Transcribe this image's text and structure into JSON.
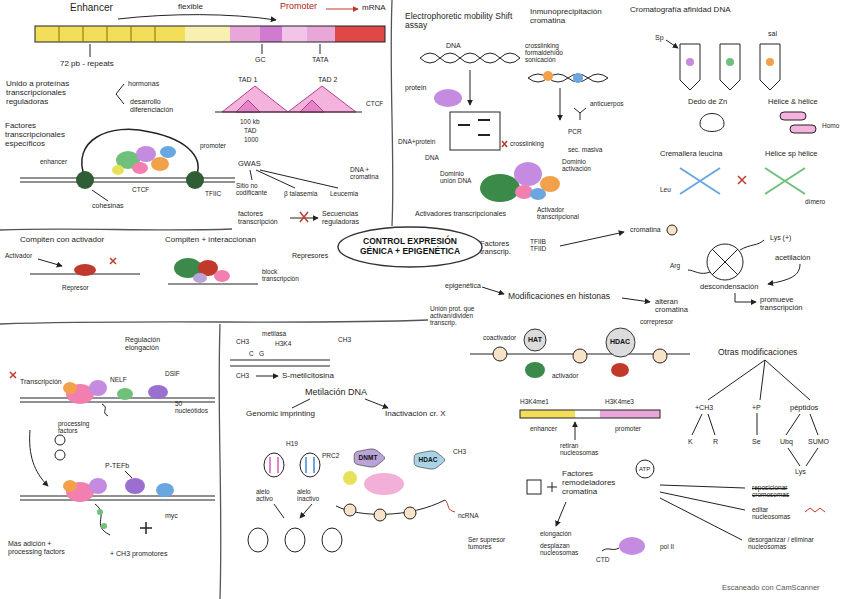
{
  "diagram": {
    "nodes": [
      {
        "text": [
          "CONTROL EXPRESIÓN GÉNICA + EPIGENÉTICA"
        ]
      },
      {
        "text": [
          "HAT"
        ]
      },
      {
        "text": [
          "HDAC"
        ]
      },
      {
        "text": [
          "DNMT"
        ]
      },
      {
        "text": [
          "HDAC"
        ]
      }
    ],
    "labels": [
      "Enhancer",
      "flexible",
      "Promoter",
      "mRNA",
      "72 pb - repeats",
      "GC",
      "TATA",
      "Unido a proteínas transcripcionales reguladoras",
      "hormonas",
      "desarrollo diferenciación",
      "TAD 1",
      "TAD 2",
      "CTCF",
      "Factores transcripcionales específicos",
      "enhancer",
      "promoter",
      "100 kb",
      "TAD",
      "1000",
      "TFIIC",
      "CTCF",
      "cohesinas",
      "GWAS",
      "Sitio no codificante",
      "β talasemia",
      "Leucemia",
      "DNA + cromatina",
      "factores transcripción",
      "Secuencias reguladoras",
      "Electrophoretic mobility Shift assay",
      "Inmunoprecipitación cromatina",
      "Cromatografía afinidad DNA",
      "DNA",
      "protein",
      "DNA+protein",
      "DNA",
      "crosslinking formaldehído sonicación",
      "anticuerpos",
      "crosslinking",
      "PCR",
      "sec. masiva",
      "Sp",
      "sal",
      "Dominio unión DNA",
      "Dominio activación",
      "Activador transcripcional",
      "Activadores transcripcionales",
      "Dedo de Zn",
      "Hélice & hélice",
      "Homo",
      "Cremallera leucina",
      "Hélice sp hélice",
      "Leu",
      "dímero",
      "Compiten con activador",
      "Activador",
      "Represor",
      "Compiten + interaccionan",
      "Represores",
      "block transcripción",
      "Factores transcrip.",
      "TFIIB TFIID",
      "cromatina",
      "Lys (+)",
      "acetilación",
      "Arg",
      "descondensación",
      "promueve transcripción",
      "epigenética",
      "Modificaciones en histonas",
      "alteran cromatina",
      "Unión prot. que activan/dividen transcrip.",
      "coactivador",
      "activador",
      "correpresor",
      "Regulación elongación",
      "Transcripción",
      "NELF",
      "DSIF",
      "50 nucleótidos",
      "processing factors",
      "P-TEFb",
      "myc",
      "Más adición + processing factors",
      "+ CH3 promotores",
      "metilasa",
      "H3K4",
      "CH3",
      "C",
      "G",
      "CH3",
      "CH3",
      "S-metilcitosina",
      "Metilación DNA",
      "Genomic imprinting",
      "Inactivación cr. X",
      "H19",
      "alelo activo",
      "alelo inactivo",
      "PRC2",
      "CH3",
      "ncRNA",
      "Ser supresor tumores",
      "H3K4me1",
      "H3K4me3",
      "enhancer",
      "promoter",
      "retiran nucleosomas",
      "Factores remodeladores cromatina",
      "ATP",
      "elongación",
      "desplazan nucleosomas",
      "CTD",
      "pol II",
      "Otras modificaciones",
      "+CH3",
      "+P",
      "péptidos",
      "K",
      "R",
      "Se",
      "Ubq",
      "SUMO",
      "Lys",
      "reposicionar cromosomas",
      "editar nucleosomas",
      "desorganizar / eliminar nucleosomas",
      "Escaneado con CamScanner"
    ]
  }
}
